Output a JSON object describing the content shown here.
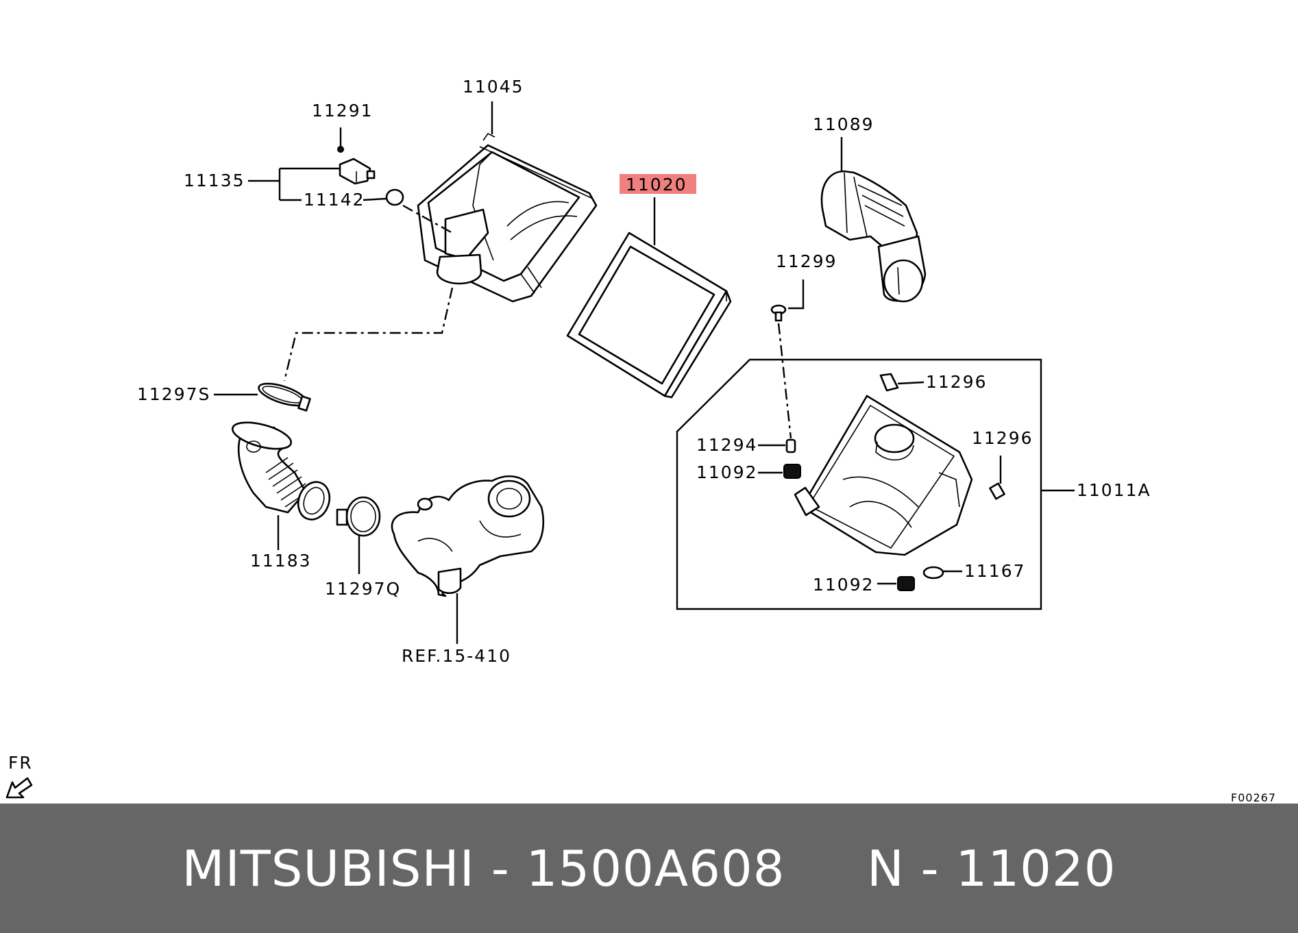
{
  "diagram": {
    "labels": {
      "p11045": "11045",
      "p11291": "11291",
      "p11135": "11135",
      "p11142": "11142",
      "p11020": "11020",
      "p11089": "11089",
      "p11299": "11299",
      "p11297s": "11297S",
      "p11296a": "11296",
      "p11296b": "11296",
      "p11294": "11294",
      "p11092a": "11092",
      "p11092b": "11092",
      "p11011a": "11011A",
      "p11167": "11167",
      "p11183": "11183",
      "p11297q": "11297Q",
      "ref": "REF.15-410"
    },
    "highlighted_part": "11020",
    "highlight_color": "#f08080",
    "fr_label": "FR",
    "figure_code": "F00267"
  },
  "banner": {
    "text": "MITSUBISHI - 1500A608     N - 11020",
    "background": "#666666",
    "text_color": "#ffffff"
  }
}
